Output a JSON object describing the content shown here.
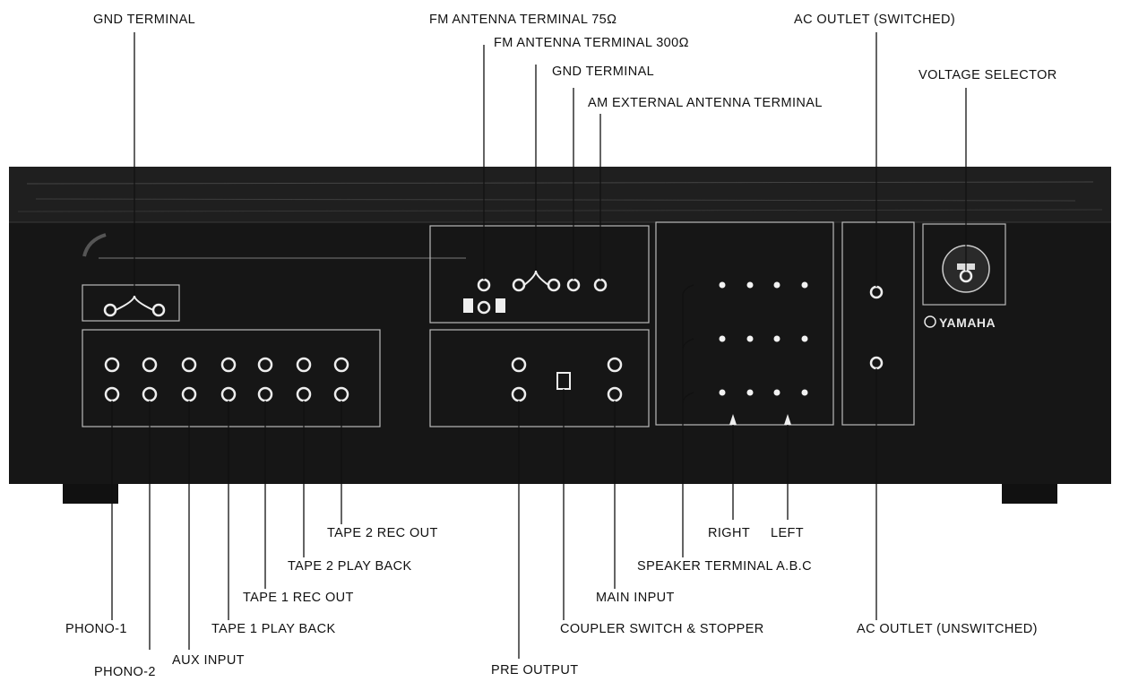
{
  "callouts": {
    "gnd_terminal_left": "GND TERMINAL",
    "fm_ant_75": "FM ANTENNA TERMINAL 75Ω",
    "fm_ant_300": "FM ANTENNA TERMINAL 300Ω",
    "gnd_terminal_mid": "GND TERMINAL",
    "am_ext_ant": "AM EXTERNAL ANTENNA TERMINAL",
    "ac_outlet_switched": "AC OUTLET (SWITCHED)",
    "voltage_selector": "VOLTAGE SELECTOR",
    "tape2_rec_out": "TAPE 2 REC OUT",
    "tape2_play_back": "TAPE 2 PLAY BACK",
    "tape1_rec_out": "TAPE 1 REC OUT",
    "tape1_play_back": "TAPE 1 PLAY BACK",
    "phono1": "PHONO-1",
    "phono2": "PHONO-2",
    "aux_input": "AUX INPUT",
    "pre_output": "PRE OUTPUT",
    "coupler_switch": "COUPLER SWITCH & STOPPER",
    "main_input": "MAIN INPUT",
    "speaker_terminal": "SPEAKER TERMINAL A.B.C",
    "right": "RIGHT",
    "left": "LEFT",
    "ac_outlet_unswitched": "AC OUTLET (UNSWITCHED)"
  },
  "panel_text": {
    "brand": "YAMAHA"
  }
}
